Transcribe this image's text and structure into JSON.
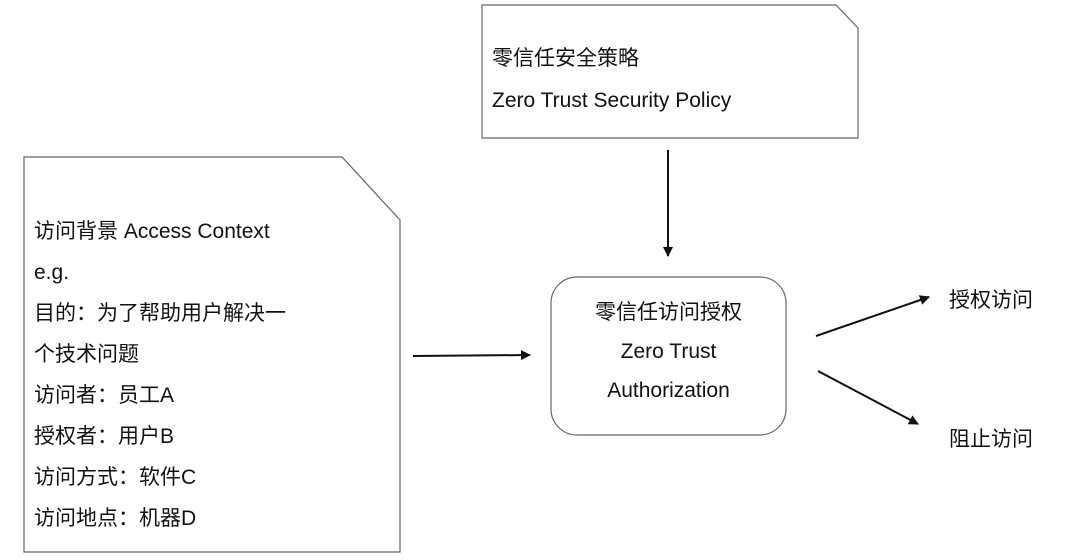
{
  "policy": {
    "title_cn": "零信任安全策略",
    "title_en": "Zero Trust Security Policy"
  },
  "context": {
    "title": "访问背景 Access Context",
    "example": "e.g.",
    "purpose_line1": "目的：为了帮助用户解决一",
    "purpose_line2": "个技术问题",
    "visitor": "访问者：员工A",
    "authorizer": "授权者：用户B",
    "method": "访问方式：软件C",
    "location": "访问地点：机器D"
  },
  "authorization": {
    "title_cn": "零信任访问授权",
    "title_en_line1": "Zero Trust",
    "title_en_line2": "Authorization"
  },
  "outcomes": {
    "grant": "授权访问",
    "block": "阻止访问"
  }
}
